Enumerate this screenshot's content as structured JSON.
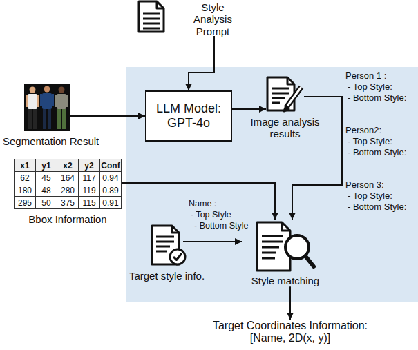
{
  "diagram": {
    "nodes": [
      {
        "text": [
          "Style Analysis Prompt"
        ]
      },
      {
        "text": [
          "LLM Model: GPT-4o"
        ]
      },
      {
        "text": [
          "Image analysis results"
        ]
      },
      {
        "text": [
          "Segmentation Result"
        ]
      },
      {
        "text": [
          "Bbox Information"
        ]
      },
      {
        "text": [
          "Target style info."
        ]
      },
      {
        "text": [
          "Style matching"
        ]
      },
      {
        "text": [
          "Target Coordinates Information: [Name, 2D(x, y)]"
        ]
      }
    ],
    "edges": [
      {
        "from": 0,
        "to": 1,
        "arrow": "to"
      },
      {
        "from": 3,
        "to": 1,
        "arrow": "to"
      },
      {
        "from": 1,
        "to": 2,
        "arrow": "to"
      },
      {
        "from": 2,
        "to": 6,
        "arrow": "to"
      },
      {
        "from": 4,
        "to": 6,
        "arrow": "to"
      },
      {
        "from": 5,
        "to": 6,
        "arrow": "to"
      },
      {
        "from": 6,
        "to": 7,
        "arrow": "to"
      }
    ],
    "labels": [
      "Person 1 :",
      "- Top Style:",
      "- Bottom Style:",
      "Person2:",
      "- Top Style:",
      "- Bottom Style:",
      "Person 3:",
      "- Top Style:",
      "- Bottom Style:",
      "Name :",
      "- Top Style",
      "- Bottom Style",
      "x1",
      "y1",
      "x2",
      "y2",
      "Conf",
      "62",
      "45",
      "164",
      "117",
      "0.94",
      "180",
      "48",
      "280",
      "119",
      "0.89",
      "295",
      "50",
      "375",
      "115",
      "0.91"
    ]
  }
}
